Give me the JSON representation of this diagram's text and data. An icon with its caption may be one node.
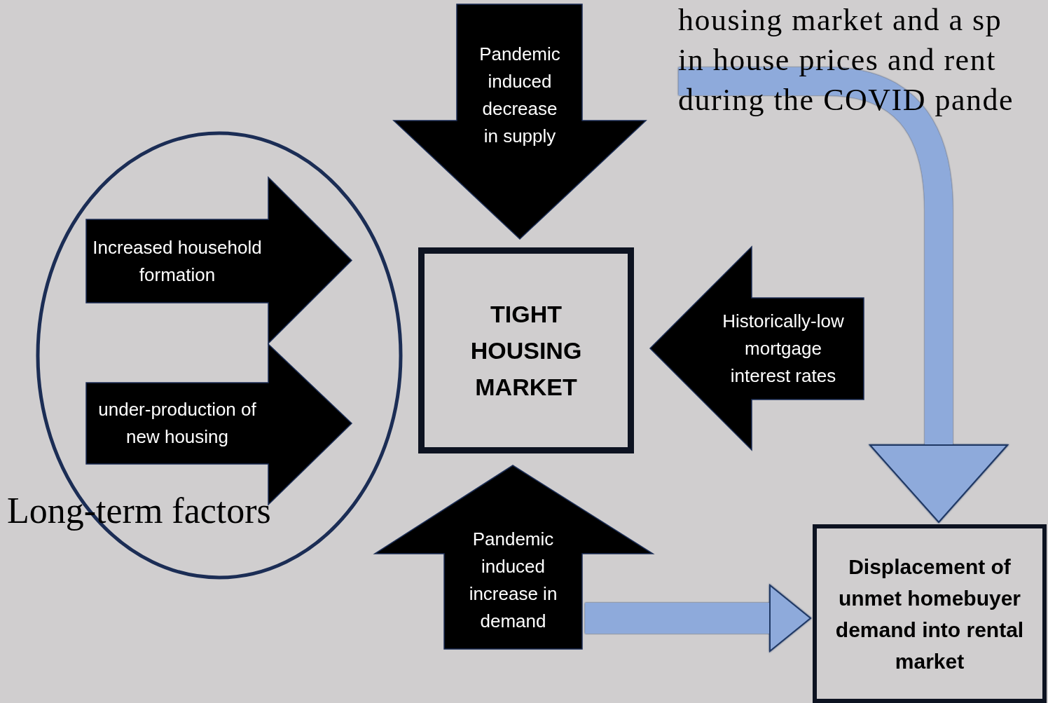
{
  "diagram": {
    "nodes": [
      {
        "text": [
          "Long-term factors"
        ]
      },
      {
        "text": [
          "Increased household formation"
        ],
        "in": 0
      },
      {
        "text": [
          "under-production of new housing"
        ],
        "in": 0
      },
      {
        "text": [
          "Pandemic induced decrease in supply"
        ]
      },
      {
        "text": [
          "TIGHT HOUSING MARKET"
        ]
      },
      {
        "text": [
          "Historically-low mortgage interest rates"
        ]
      },
      {
        "text": [
          "Pandemic induced increase in demand"
        ]
      },
      {
        "text": [
          "housing market and a sp in house prices and rent during the COVID pande"
        ]
      },
      {
        "text": [
          "Displacement of unmet homebuyer demand into rental market"
        ]
      }
    ],
    "edges": [
      {
        "from": 7,
        "to": 8,
        "arrow": "to"
      },
      {
        "from": 6,
        "to": 8,
        "arrow": "to"
      }
    ]
  }
}
